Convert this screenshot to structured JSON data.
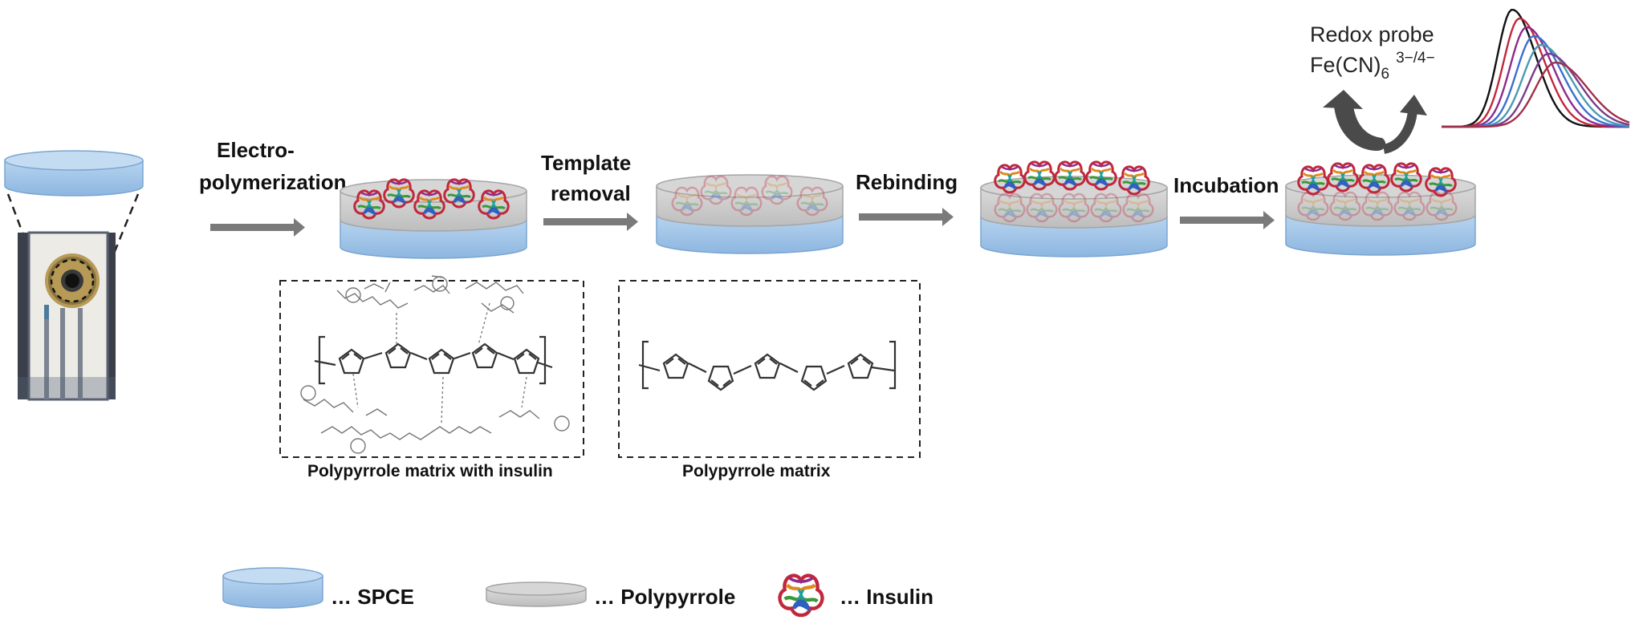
{
  "steps": {
    "electropolymerization_l1": "Electro-",
    "electropolymerization_l2": "polymerization",
    "template_removal_l1": "Template",
    "template_removal_l2": "removal",
    "rebinding": "Rebinding",
    "incubation": "Incubation"
  },
  "captions": {
    "matrix_with_insulin": "Polypyrrole matrix with insulin",
    "matrix": "Polypyrrole matrix"
  },
  "redox": {
    "line1": "Redox probe",
    "line2_base": "Fe(CN)",
    "line2_sub": "6",
    "line2_sup": "3−/4−"
  },
  "legend": {
    "spce": "… SPCE",
    "polypyrrole": "… Polypyrrole",
    "insulin": "… Insulin"
  },
  "voltammogram_colors": [
    "#111111",
    "#c0283c",
    "#8e2a8c",
    "#3a6fd0",
    "#4b9ab0",
    "#7a3b8c",
    "#a0304a"
  ],
  "colors": {
    "spce": "#9dc3e6",
    "polypyrrole": "#c8c8c8",
    "arrow": "#7a7a7a"
  }
}
